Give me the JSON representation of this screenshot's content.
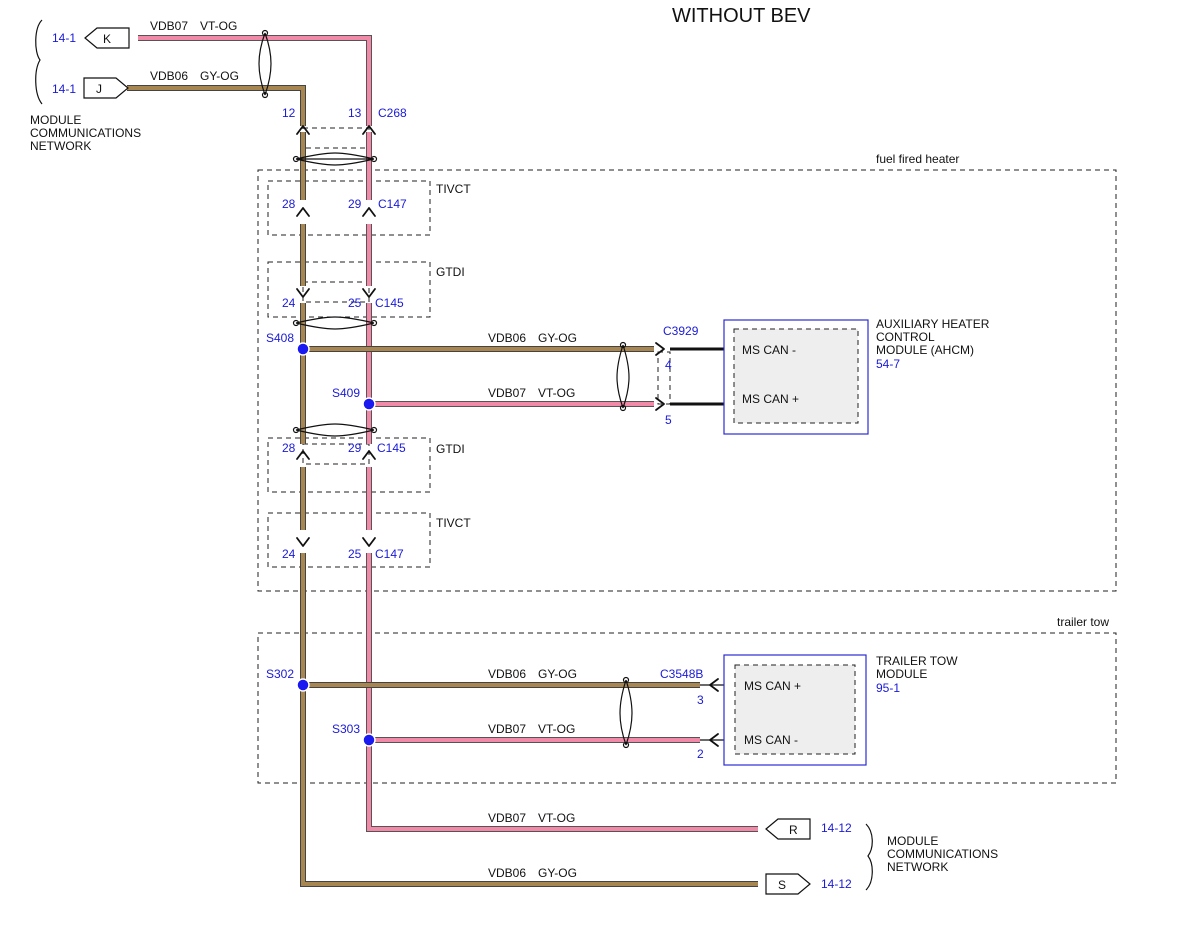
{
  "title": "WITHOUT BEV",
  "colors": {
    "pink_wire": "#f08aa8",
    "brown_wire": "#a88652",
    "ref_blue": "#1a1ad8",
    "splice": "#1a1af0"
  },
  "wires": {
    "vdb07": {
      "circuit": "VDB07",
      "color": "VT-OG"
    },
    "vdb06": {
      "circuit": "VDB06",
      "color": "GY-OG"
    }
  },
  "top_left": {
    "k_ref": "14-1",
    "k_pin": "K",
    "j_ref": "14-1",
    "j_pin": "J",
    "network_lines": [
      "MODULE",
      "COMMUNICATIONS",
      "NETWORK"
    ]
  },
  "c268": {
    "name": "C268",
    "pin_a": "12",
    "pin_b": "13"
  },
  "fuel_group": {
    "label": "fuel fired heater",
    "tivct_top": {
      "label": "TIVCT",
      "connector": "C147",
      "pin_a": "28",
      "pin_b": "29"
    },
    "gtdi_top": {
      "label": "GTDI",
      "connector": "C145",
      "pin_a": "24",
      "pin_b": "25"
    },
    "gtdi_bottom": {
      "label": "GTDI",
      "connector": "C145",
      "pin_a": "28",
      "pin_b": "29"
    },
    "tivct_bottom": {
      "label": "TIVCT",
      "connector": "C147",
      "pin_a": "24",
      "pin_b": "25"
    },
    "splice_a": "S408",
    "splice_b": "S409",
    "connector": "C3929",
    "pin_top": "4",
    "pin_bottom": "5",
    "module": {
      "name_lines": [
        "AUXILIARY HEATER",
        "CONTROL",
        "MODULE (AHCM)"
      ],
      "ref": "54-7",
      "pin_top_label": "MS CAN -",
      "pin_bottom_label": "MS CAN +"
    }
  },
  "tow_group": {
    "label": "trailer tow",
    "splice_a": "S302",
    "splice_b": "S303",
    "connector": "C3548B",
    "pin_top": "3",
    "pin_bottom": "2",
    "module": {
      "name_lines": [
        "TRAILER TOW",
        "MODULE"
      ],
      "ref": "95-1",
      "pin_top_label": "MS CAN +",
      "pin_bottom_label": "MS CAN -"
    }
  },
  "bottom_right": {
    "r_pin": "R",
    "r_ref": "14-12",
    "s_pin": "S",
    "s_ref": "14-12",
    "network_lines": [
      "MODULE",
      "COMMUNICATIONS",
      "NETWORK"
    ]
  }
}
